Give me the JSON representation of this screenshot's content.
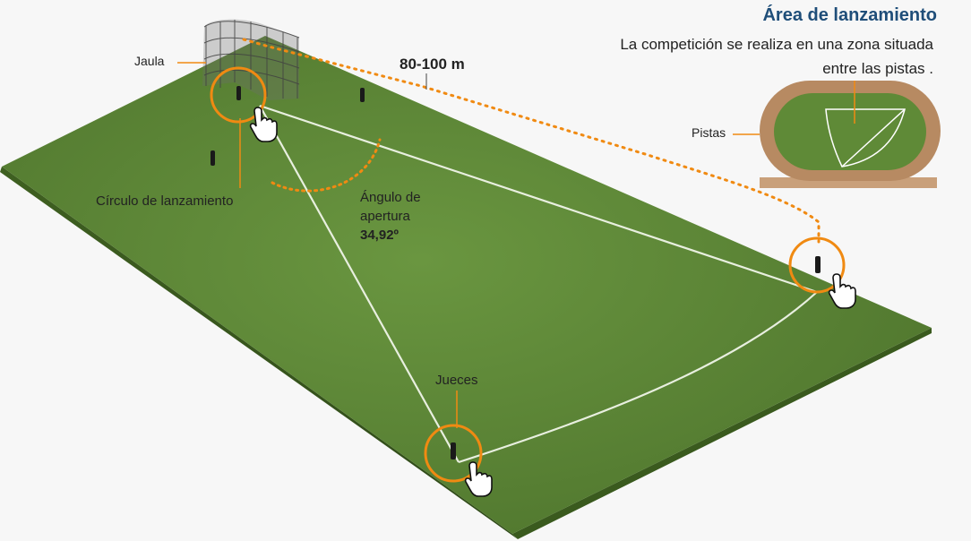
{
  "header": {
    "title": "Área de lanzamiento",
    "description_line1": "La competición se realiza en una zona situada",
    "description_line2": "entre las pistas ."
  },
  "labels": {
    "cage": "Jaula",
    "distance": "80-100 m",
    "throwing_circle": "Círculo de lanzamiento",
    "angle_line1": "Ángulo de",
    "angle_line2": "apertura",
    "angle_value": "34,92º",
    "track": "Pistas",
    "judges": "Jueces"
  },
  "colors": {
    "field": "#5f8a37",
    "field_dark": "#4a6e2a",
    "track": "#b78a62",
    "accent": "#f08a12",
    "title": "#1f4e79",
    "lines": "#e8efdf"
  },
  "icons": [
    "hand-pointer-icon",
    "hand-pointer-icon",
    "hand-pointer-icon"
  ]
}
